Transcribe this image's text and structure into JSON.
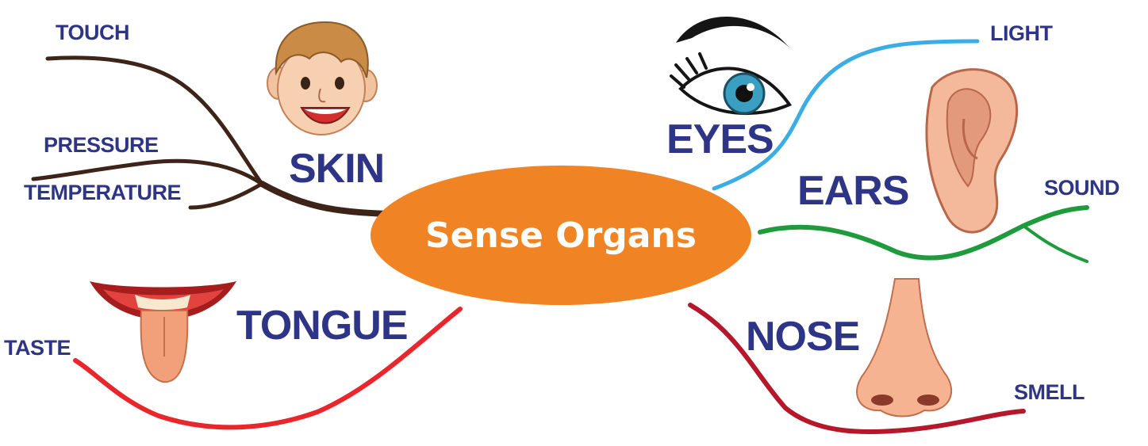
{
  "title": "Sense Organs",
  "colors": {
    "center": "#f08424",
    "text": "#2e3586",
    "skin_branch": "#3e2418",
    "eyes_branch": "#3aaee4",
    "ears_branch": "#1f9a3c",
    "nose_branch": "#b5182b",
    "tongue_branch": "#e8262c"
  },
  "organs": {
    "skin": {
      "name": "SKIN",
      "senses": [
        "TOUCH",
        "PRESSURE",
        "TEMPERATURE"
      ]
    },
    "eyes": {
      "name": "EYES",
      "sense": "LIGHT"
    },
    "ears": {
      "name": "EARS",
      "sense": "SOUND"
    },
    "nose": {
      "name": "NOSE",
      "sense": "SMELL"
    },
    "tongue": {
      "name": "TONGUE",
      "sense": "TASTE"
    }
  },
  "icons": [
    "boy-face-icon",
    "eye-icon",
    "ear-icon",
    "nose-icon",
    "tongue-mouth-icon"
  ]
}
